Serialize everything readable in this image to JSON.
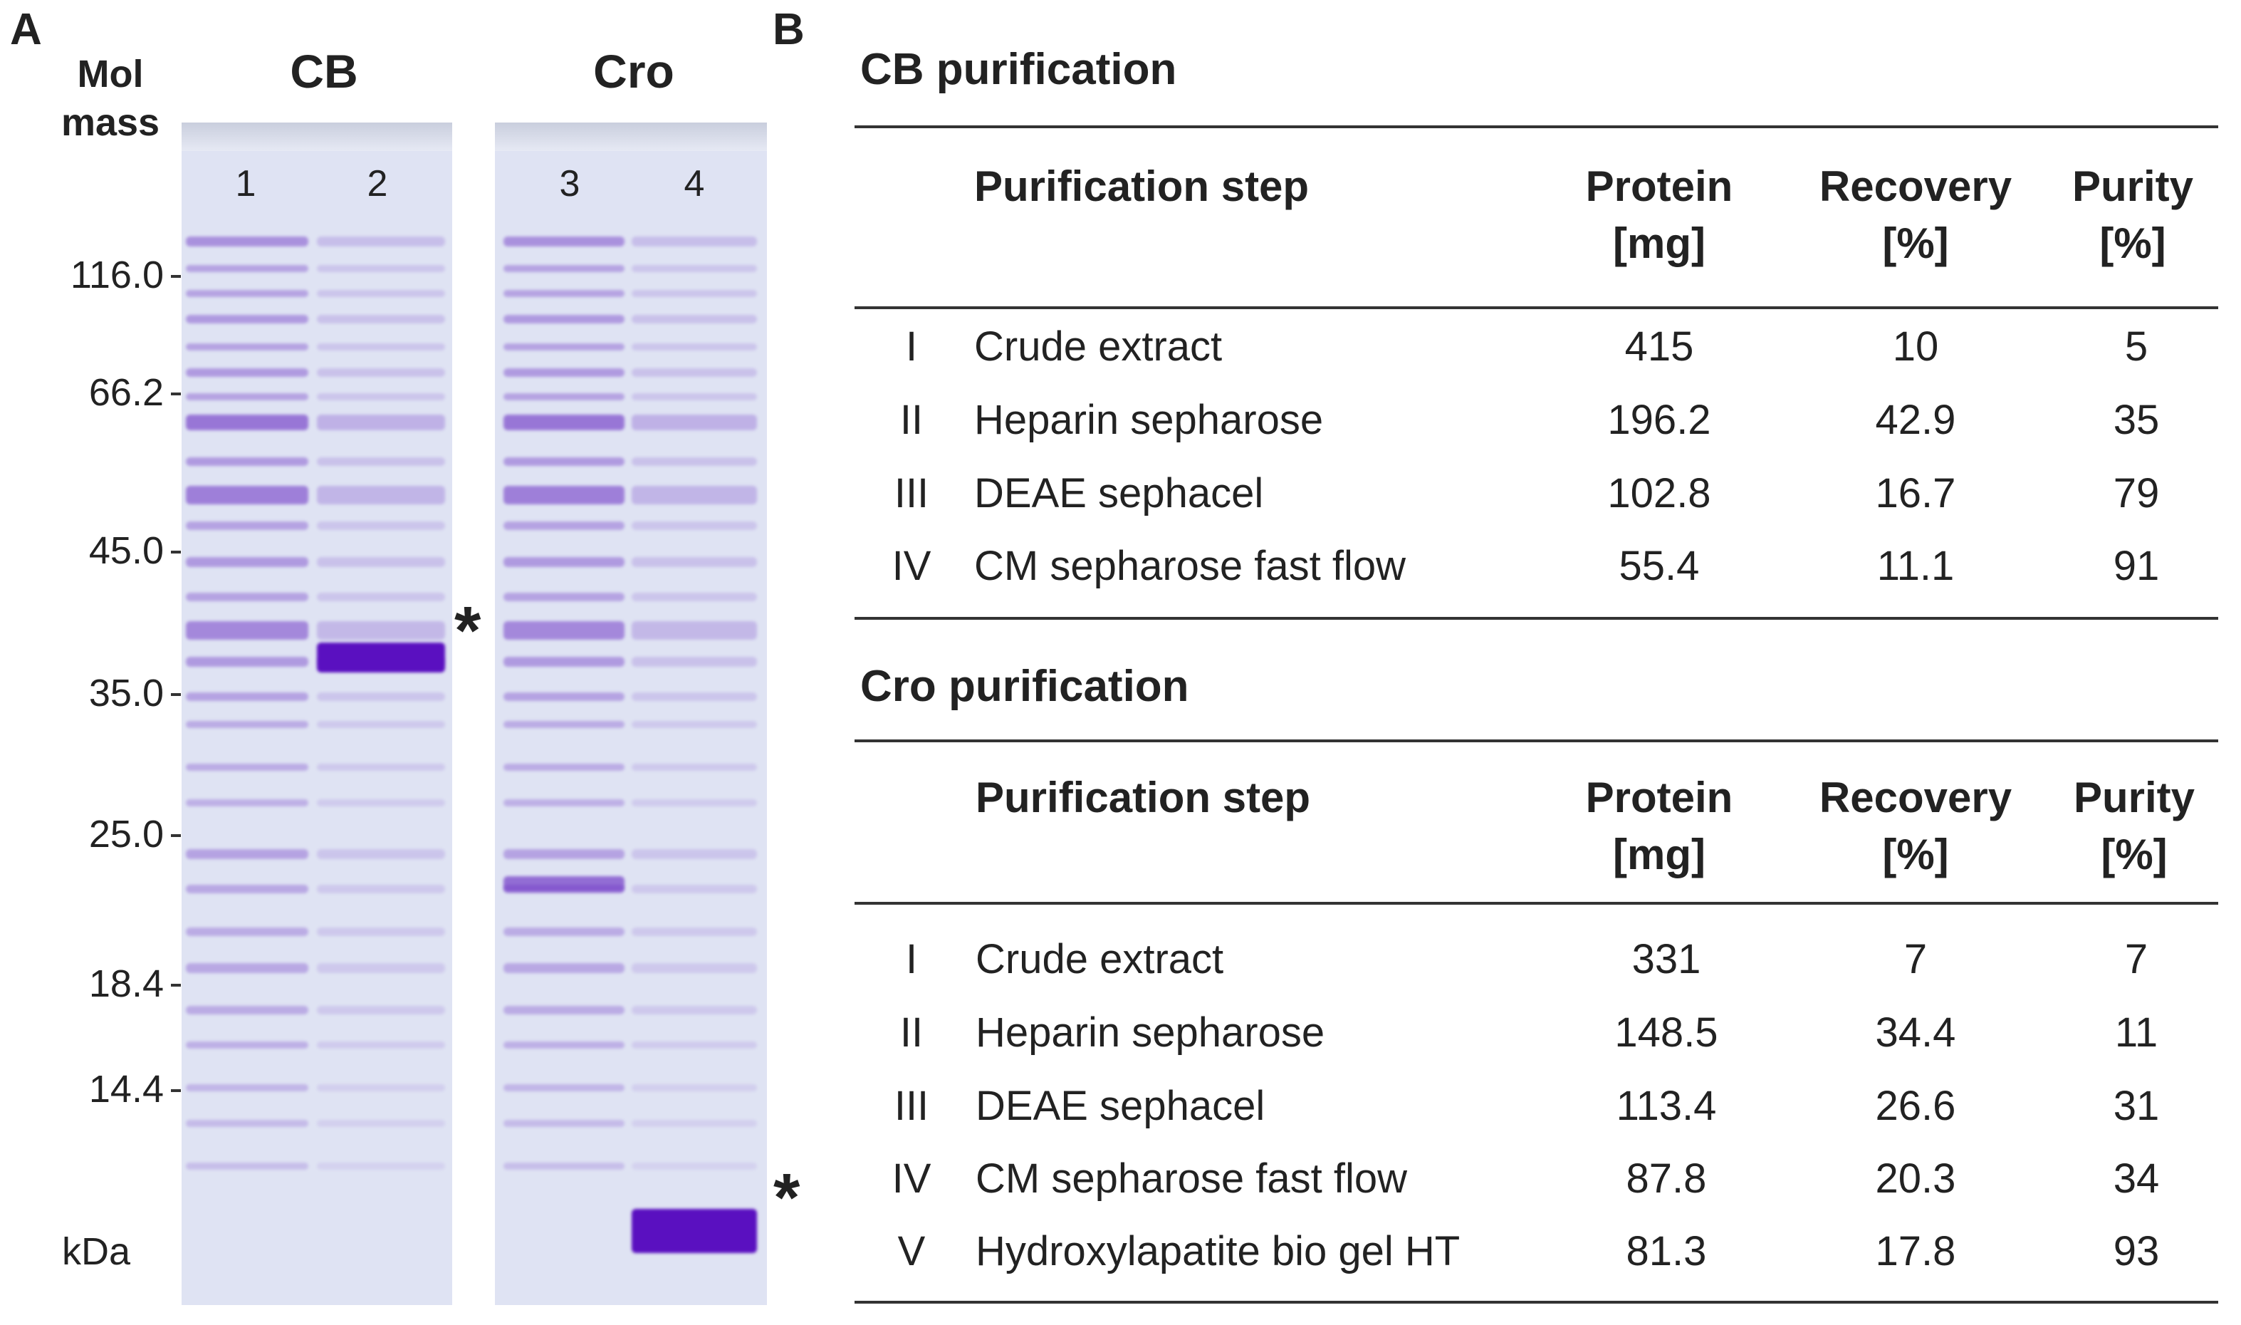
{
  "panel_a": {
    "label": "A",
    "mol_mass_label": [
      "Mol",
      "mass"
    ],
    "unit_label": "kDa",
    "group_labels": [
      "CB",
      "Cro"
    ],
    "lane_numbers": [
      "1",
      "2",
      "3",
      "4"
    ],
    "markers": [
      "116.0",
      "66.2",
      "45.0",
      "35.0",
      "25.0",
      "18.4",
      "14.4"
    ],
    "highlight_marker": "*",
    "gel_colors": {
      "background": "#dfe3f3",
      "band": "#6a2fc4",
      "strong_band": "#5a10c0"
    }
  },
  "panel_b": {
    "label": "B",
    "tables": [
      {
        "title": "CB purification",
        "headers": {
          "step": "Purification step",
          "protein": [
            "Protein",
            "[mg]"
          ],
          "recovery": [
            "Recovery",
            "[%]"
          ],
          "purity": [
            "Purity",
            "[%]"
          ]
        },
        "rows": [
          {
            "num": "I",
            "step": "Crude extract",
            "protein": "415",
            "recovery": "10",
            "purity": "5"
          },
          {
            "num": "II",
            "step": "Heparin sepharose",
            "protein": "196.2",
            "recovery": "42.9",
            "purity": "35"
          },
          {
            "num": "III",
            "step": "DEAE sephacel",
            "protein": "102.8",
            "recovery": "16.7",
            "purity": "79"
          },
          {
            "num": "IV",
            "step": "CM sepharose fast flow",
            "protein": "55.4",
            "recovery": "11.1",
            "purity": "91"
          }
        ]
      },
      {
        "title": "Cro purification",
        "headers": {
          "step": "Purification step",
          "protein": [
            "Protein",
            "[mg]"
          ],
          "recovery": [
            "Recovery",
            "[%]"
          ],
          "purity": [
            "Purity",
            "[%]"
          ]
        },
        "rows": [
          {
            "num": "I",
            "step": "Crude extract",
            "protein": "331",
            "recovery": "7",
            "purity": "7"
          },
          {
            "num": "II",
            "step": "Heparin sepharose",
            "protein": "148.5",
            "recovery": "34.4",
            "purity": "11"
          },
          {
            "num": "III",
            "step": "DEAE sephacel",
            "protein": "113.4",
            "recovery": "26.6",
            "purity": "31"
          },
          {
            "num": "IV",
            "step": "CM sepharose fast flow",
            "protein": "87.8",
            "recovery": "20.3",
            "purity": "34"
          },
          {
            "num": "V",
            "step": "Hydroxylapatite bio gel HT",
            "protein": "81.3",
            "recovery": "17.8",
            "purity": "93"
          }
        ]
      }
    ]
  }
}
